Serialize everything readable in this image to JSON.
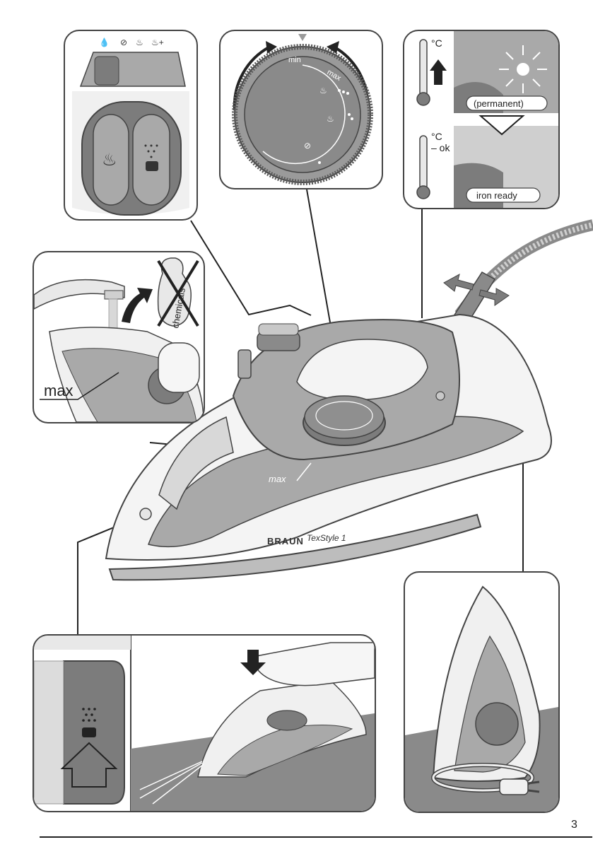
{
  "dial_panel": {
    "min_label": "min",
    "max_label": "max"
  },
  "temp_panel": {
    "unit_top": "°C",
    "unit_bottom": "°C",
    "ok_label": "– ok",
    "permanent_label": "(permanent)",
    "ready_label": "iron ready"
  },
  "fill_panel": {
    "max_label": "max",
    "chemicals_label": "chemicals"
  },
  "iron": {
    "brand": "BRAUN",
    "model": "TexStyle 1",
    "max_mark": "max"
  },
  "page": {
    "number": "3"
  },
  "colors": {
    "body_gray": "#a9a9a9",
    "dark_gray": "#7c7c7c",
    "outline": "#444444",
    "light": "#efefef"
  }
}
